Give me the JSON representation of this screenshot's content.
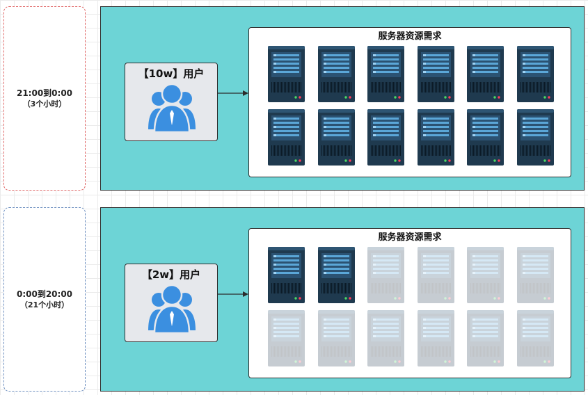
{
  "rows": [
    {
      "time": "21:00到0:00",
      "duration": "（3个小时）",
      "users": "【10w】用户",
      "server_title": "服务器资源需求",
      "active_servers": 12,
      "total_servers": 12
    },
    {
      "time": "0:00到20:00",
      "duration": "（21个小时）",
      "users": "【2w】用户",
      "server_title": "服务器资源需求",
      "active_servers": 2,
      "total_servers": 12
    }
  ],
  "colors": {
    "panel_bg": "#6dd4d6",
    "server_dark": "#1f3a4f",
    "server_line": "#5ba7d8",
    "user_icon": "#3b8fe0",
    "top_dashed_border": "#e06666",
    "bottom_dashed_border": "#6c8ebf"
  },
  "icons": {
    "users": "user-group-icon",
    "server": "server-rack-icon"
  }
}
